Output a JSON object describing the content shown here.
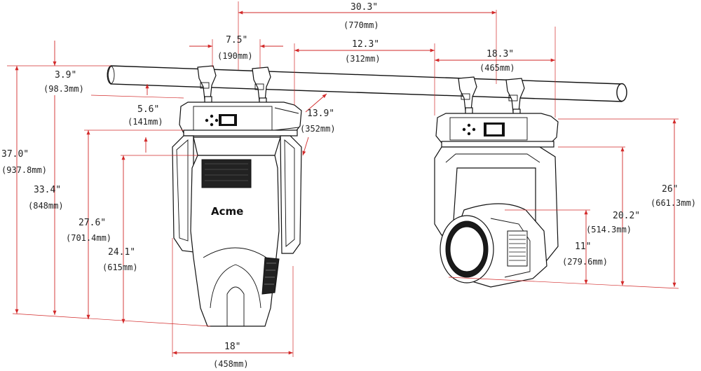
{
  "colors": {
    "dimension": "#d22a2a",
    "outline": "#111111",
    "text": "#222222"
  },
  "logo": "Acme",
  "dimensions": {
    "overall_width": {
      "imperial": "30.3\"",
      "metric": "(770mm)"
    },
    "clamp_spacing": {
      "imperial": "7.5\"",
      "metric": "(190mm)"
    },
    "head_to_pipe": {
      "imperial": "12.3\"",
      "metric": "(312mm)"
    },
    "side_depth": {
      "imperial": "18.3\"",
      "metric": "(465mm)"
    },
    "pipe_offset": {
      "imperial": "3.9\"",
      "metric": "(98.3mm)"
    },
    "base_height": {
      "imperial": "5.6\"",
      "metric": "(141mm)"
    },
    "diagonal": {
      "imperial": "13.9\"",
      "metric": "(352mm)"
    },
    "total_height": {
      "imperial": "37.0\"",
      "metric": "(937.8mm)"
    },
    "height_below_base": {
      "imperial": "33.4\"",
      "metric": "(848mm)"
    },
    "yoke_height": {
      "imperial": "27.6\"",
      "metric": "(701.4mm)"
    },
    "head_height": {
      "imperial": "24.1\"",
      "metric": "(615mm)"
    },
    "front_width": {
      "imperial": "18\"",
      "metric": "(458mm)"
    },
    "side_total": {
      "imperial": "26\"",
      "metric": "(661.3mm)"
    },
    "side_yoke": {
      "imperial": "20.2\"",
      "metric": "(514.3mm)"
    },
    "lens_height": {
      "imperial": "11\"",
      "metric": "(279.6mm)"
    }
  }
}
